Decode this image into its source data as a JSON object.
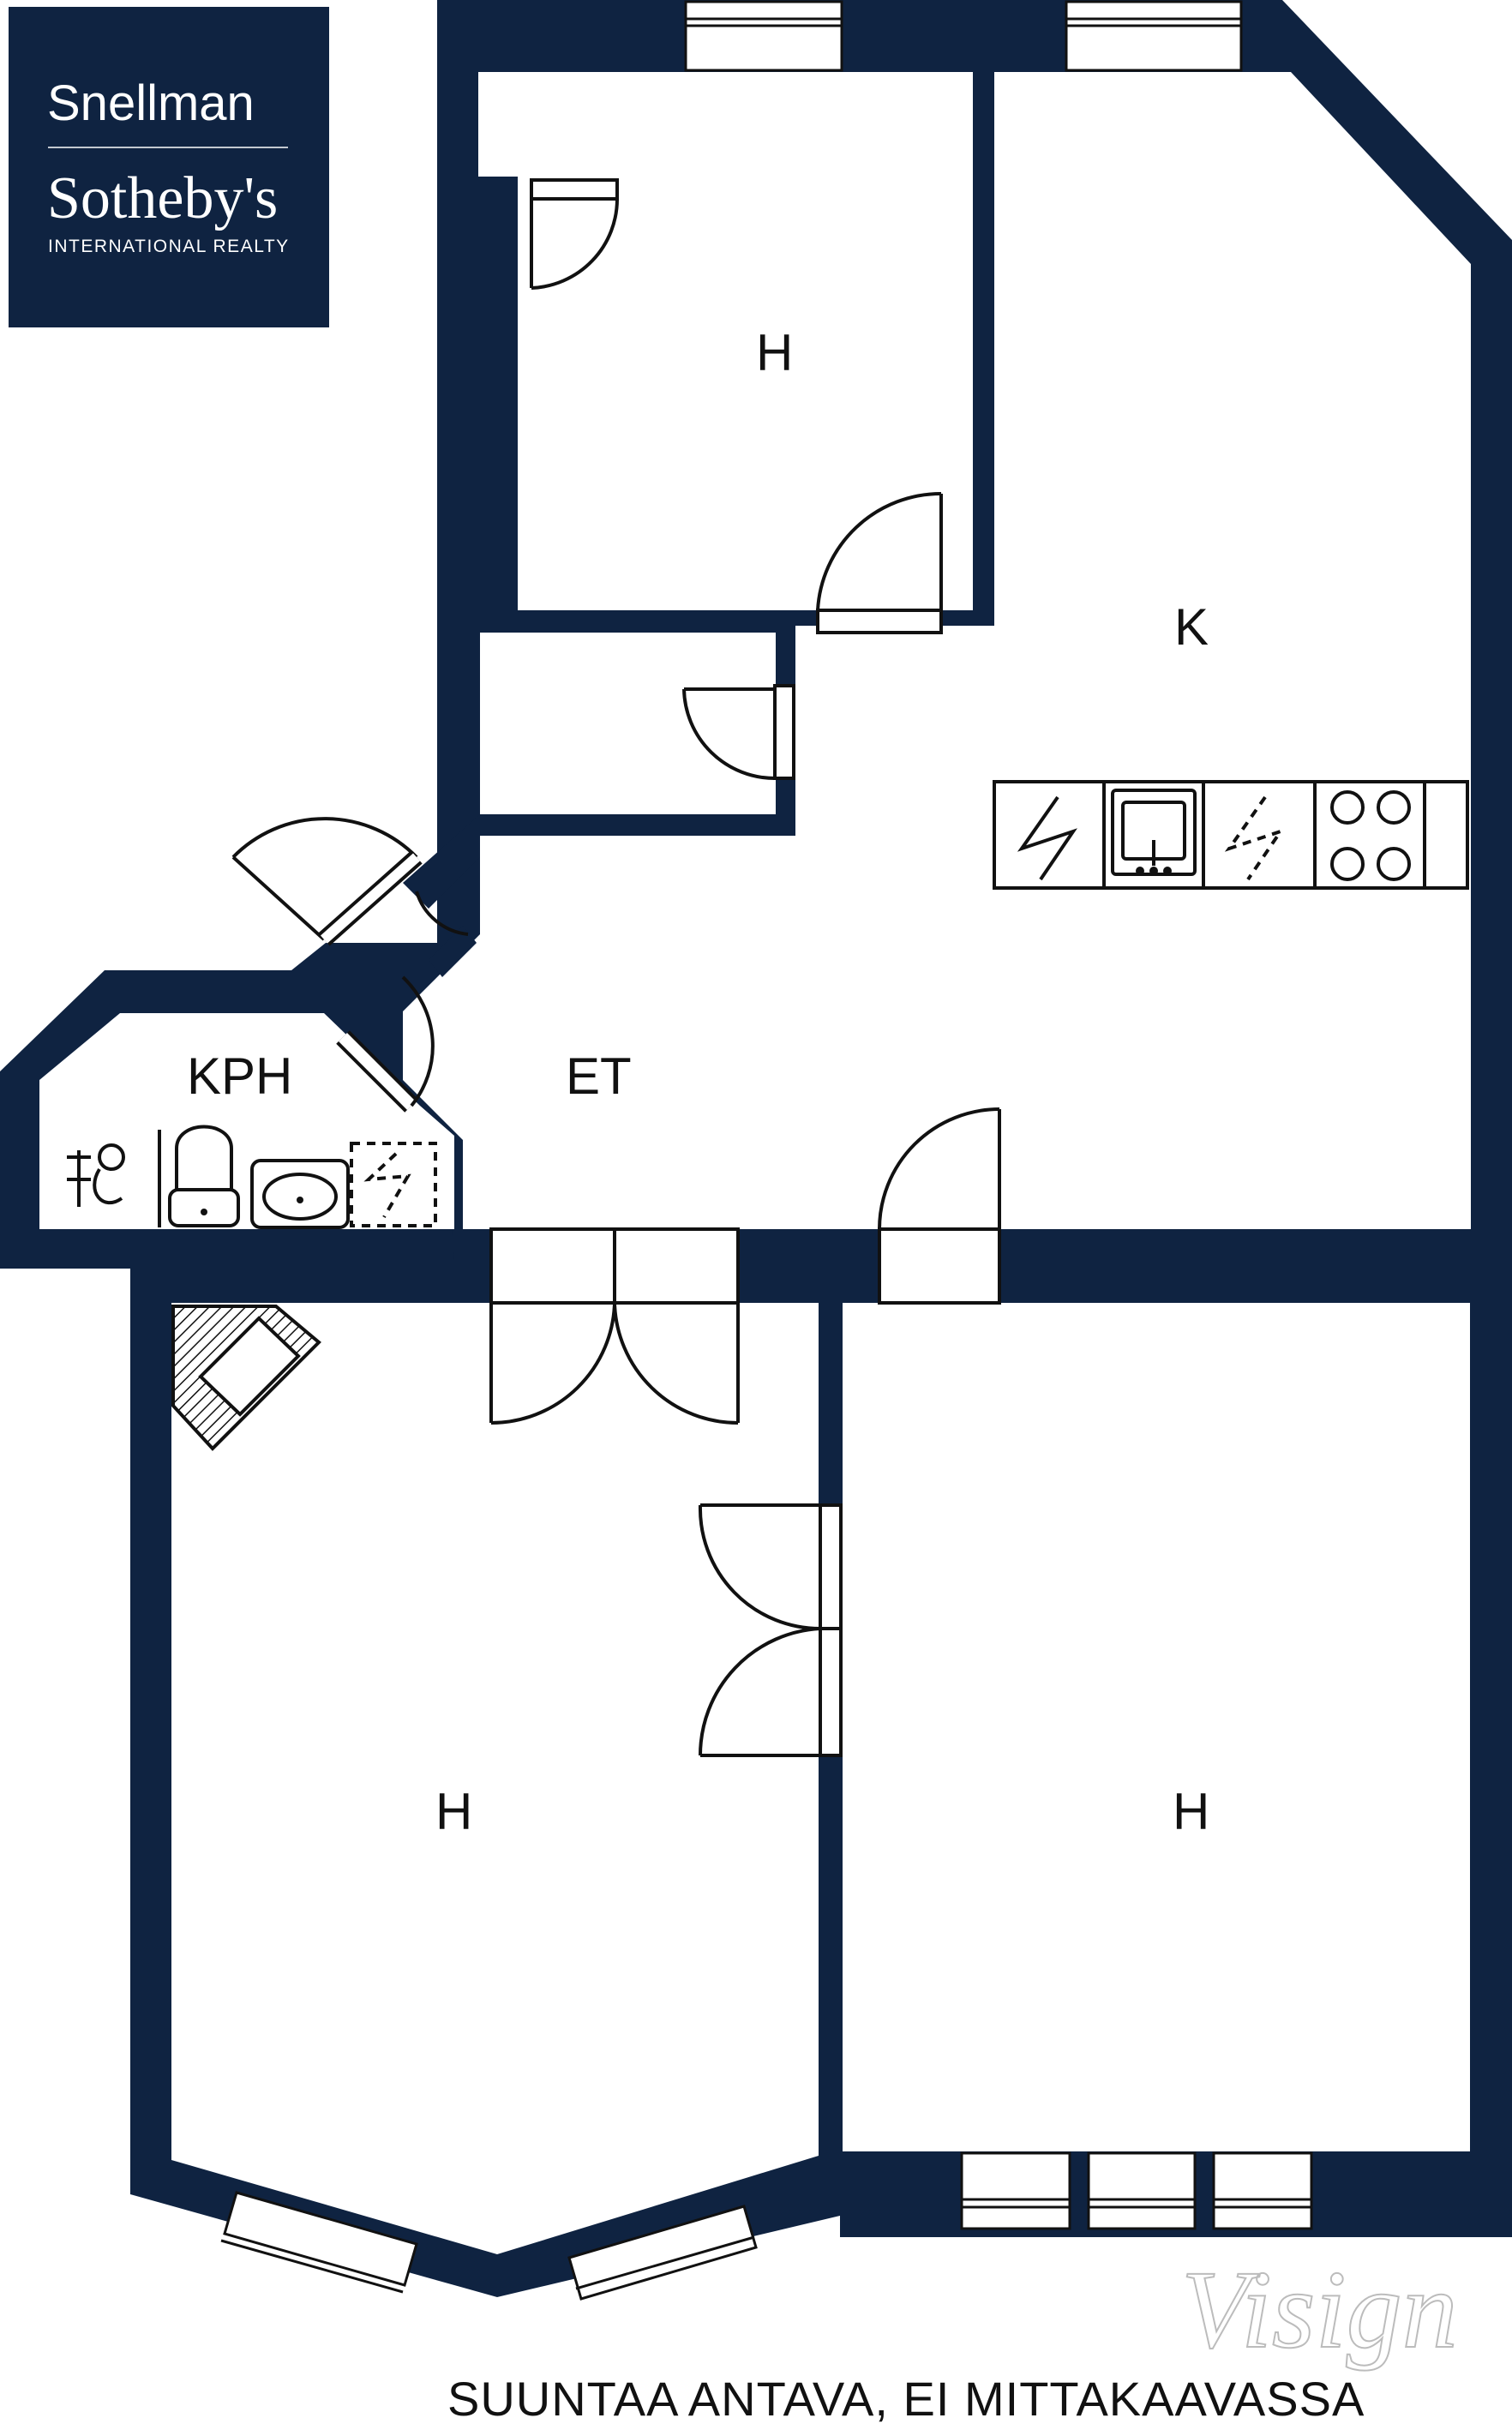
{
  "colors": {
    "wall": "#0f2341",
    "logo_bg": "#0f2341",
    "line": "#111111",
    "background": "#ffffff"
  },
  "logo": {
    "line1": "Snellman",
    "line2": "Sotheby's",
    "line3": "INTERNATIONAL REALTY"
  },
  "rooms": {
    "bedroom_top": "H",
    "kitchen": "K",
    "hall": "ET",
    "bathroom": "KPH",
    "bedroom_left": "H",
    "bedroom_right": "H"
  },
  "watermark": "Visign",
  "footer_note": "SUUNTAA ANTAVA, EI MITTAKAAVASSA",
  "icons": {
    "toilet": "toilet-icon",
    "sink": "sink-icon",
    "shower": "shower-icon",
    "stove": "stove-icon",
    "kitchen_sink": "kitchen-sink-icon",
    "fireplace": "fireplace-icon",
    "appliance": "appliance-icon"
  }
}
